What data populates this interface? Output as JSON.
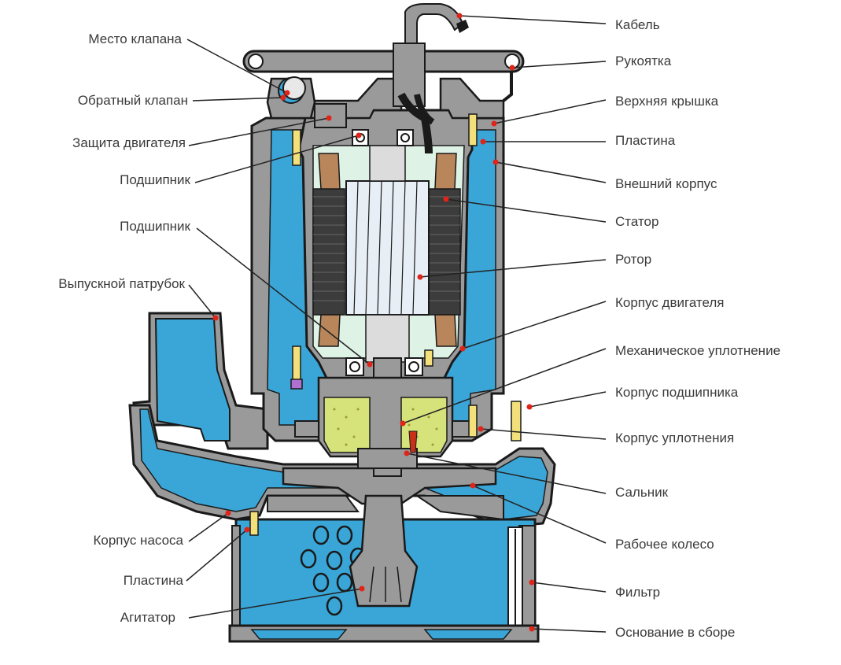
{
  "labels_left": [
    {
      "id": "valve-seat",
      "text": "Место клапана"
    },
    {
      "id": "check-valve",
      "text": "Обратный клапан"
    },
    {
      "id": "motor-protection",
      "text": "Защита двигателя"
    },
    {
      "id": "bearing-upper",
      "text": "Подшипник"
    },
    {
      "id": "bearing-lower",
      "text": "Подшипник"
    },
    {
      "id": "discharge-outlet",
      "text": "Выпускной патрубок"
    },
    {
      "id": "pump-casing",
      "text": "Корпус насоса"
    },
    {
      "id": "plate-lower",
      "text": "Пластина"
    },
    {
      "id": "agitator",
      "text": "Агитатор"
    }
  ],
  "labels_right": [
    {
      "id": "cable",
      "text": "Кабель"
    },
    {
      "id": "handle",
      "text": "Рукоятка"
    },
    {
      "id": "top-cover",
      "text": "Верхняя крышка"
    },
    {
      "id": "plate-upper",
      "text": "Пластина"
    },
    {
      "id": "outer-casing",
      "text": "Внешний корпус"
    },
    {
      "id": "stator",
      "text": "Статор"
    },
    {
      "id": "rotor",
      "text": "Ротор"
    },
    {
      "id": "motor-housing",
      "text": "Корпус двигателя"
    },
    {
      "id": "mechanical-seal",
      "text": "Механическое уплотнение"
    },
    {
      "id": "bearing-housing",
      "text": "Корпус подшипника"
    },
    {
      "id": "seal-housing",
      "text": "Корпус уплотнения"
    },
    {
      "id": "oil-seal",
      "text": "Сальник"
    },
    {
      "id": "impeller",
      "text": "Рабочее колесо"
    },
    {
      "id": "strainer",
      "text": "Фильтр"
    },
    {
      "id": "base-assembly",
      "text": "Основание в сборе"
    }
  ],
  "colors": {
    "water": "#3aa6d8",
    "metal": "#b3b3b3",
    "outline": "#1a1a1a",
    "motor_interior": "#dff2e6",
    "winding": "#3c3c3c",
    "coil": "#b8865a",
    "oil": "#d6e27a",
    "bolt": "#f3e07a",
    "marker": "#e02418",
    "leader": "#222222",
    "label_text": "#3a3a3a"
  }
}
